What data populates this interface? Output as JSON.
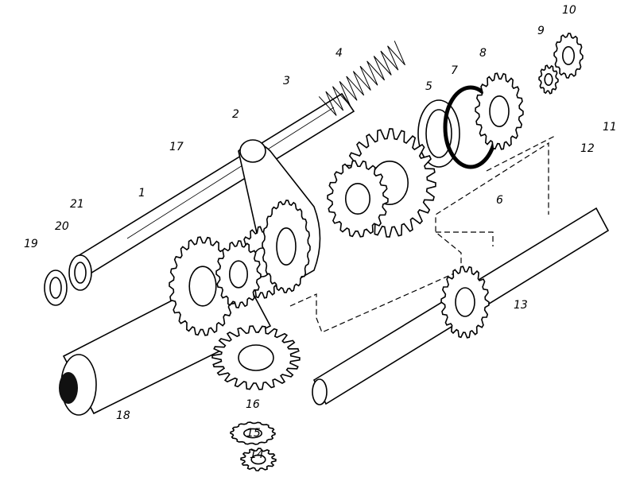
{
  "diagram": {
    "part_labels": [
      "1",
      "2",
      "3",
      "4",
      "5",
      "6",
      "7",
      "8",
      "9",
      "10",
      "11",
      "12",
      "13",
      "14",
      "15",
      "16",
      "17",
      "18",
      "19",
      "20",
      "21"
    ]
  }
}
